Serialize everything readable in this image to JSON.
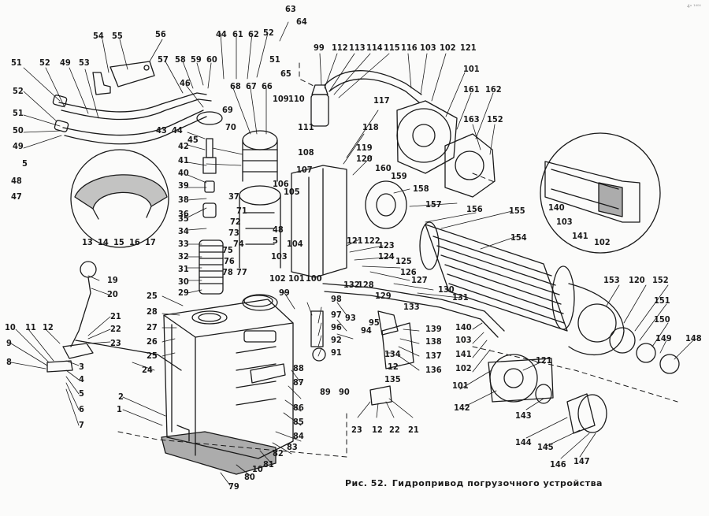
{
  "caption": {
    "prefix": "Рис. 52.",
    "title": "Гидропривод погрузочного устройства"
  },
  "corner_mark": "4ᵒ ¹⁴⁰⁴",
  "colors": {
    "ink": "#1a1a1a",
    "paper": "#fbfbfa"
  },
  "callouts": [
    "63",
    "64",
    "44",
    "61",
    "62",
    "52",
    "56",
    "54",
    "55",
    "99",
    "112",
    "113",
    "114",
    "115",
    "116",
    "103",
    "102",
    "121",
    "51",
    "52",
    "49",
    "53",
    "57",
    "58",
    "59",
    "60",
    "51",
    "65",
    "68",
    "67",
    "66",
    "101",
    "161",
    "162",
    "52",
    "51",
    "50",
    "49",
    "46",
    "109",
    "110",
    "117",
    "163",
    "152",
    "5",
    "48",
    "47",
    "43",
    "44",
    "45",
    "42",
    "41",
    "40",
    "39",
    "38",
    "37",
    "36",
    "35",
    "34",
    "33",
    "32",
    "31",
    "30",
    "29",
    "28",
    "13",
    "14",
    "15",
    "16",
    "17",
    "69",
    "70",
    "111",
    "108",
    "107",
    "106",
    "105",
    "104",
    "103",
    "102",
    "101",
    "100",
    "118",
    "119",
    "120",
    "160",
    "159",
    "158",
    "157",
    "156",
    "155",
    "154",
    "153",
    "120",
    "152",
    "151",
    "150",
    "149",
    "148",
    "140",
    "103",
    "141",
    "102",
    "72",
    "73",
    "74",
    "75",
    "76",
    "77",
    "78",
    "71",
    "48",
    "5",
    "121",
    "122",
    "123",
    "124",
    "125",
    "126",
    "127",
    "128",
    "129",
    "130",
    "131",
    "132",
    "133",
    "19",
    "20",
    "25",
    "27",
    "26",
    "25",
    "24",
    "23",
    "22",
    "21",
    "12",
    "11",
    "10",
    "9",
    "8",
    "3",
    "4",
    "5",
    "6",
    "7",
    "1",
    "2",
    "99",
    "98",
    "97",
    "96",
    "95",
    "94",
    "93",
    "92",
    "91",
    "90",
    "89",
    "88",
    "87",
    "86",
    "85",
    "84",
    "83",
    "82",
    "81",
    "80",
    "79",
    "10",
    "139",
    "138",
    "137",
    "136",
    "135",
    "134",
    "12",
    "140",
    "103",
    "141",
    "102",
    "101",
    "142",
    "143",
    "144",
    "145",
    "146",
    "147",
    "23",
    "12",
    "22",
    "21",
    "121"
  ]
}
